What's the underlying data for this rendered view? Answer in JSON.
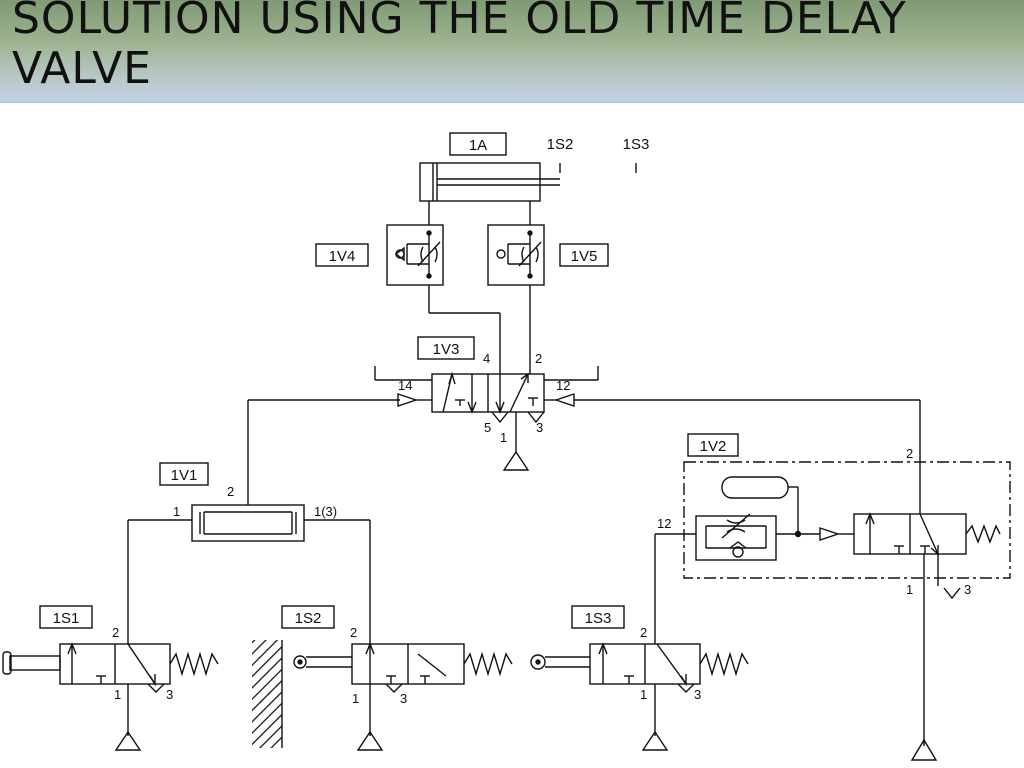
{
  "slide": {
    "title": "SOLUTION USING THE OLD TIME DELAY VALVE"
  },
  "diagram": {
    "components": {
      "cylinder": "1A",
      "sensor_a": "1S2",
      "sensor_b": "1S3",
      "flow_valve_left": "1V4",
      "flow_valve_right": "1V5",
      "main_valve": "1V3",
      "shuttle_valve": "1V1",
      "time_delay_valve": "1V2",
      "start_valve": "1S1",
      "limit_valve_2": "1S2",
      "limit_valve_3": "1S3"
    },
    "ports": {
      "v3_4": "4",
      "v3_2": "2",
      "v3_14": "14",
      "v3_12": "12",
      "v3_5": "5",
      "v3_1": "1",
      "v3_3": "3",
      "v1_2": "2",
      "v1_1": "1",
      "v1_13": "1(3)",
      "v2_2": "2",
      "v2_12": "12",
      "v2_1": "1",
      "v2_3": "3",
      "s1_2": "2",
      "s1_1": "1",
      "s1_3": "3",
      "s2_2": "2",
      "s2_1": "1",
      "s2_3": "3",
      "s3_2": "2",
      "s3_1": "1",
      "s3_3": "3"
    }
  }
}
